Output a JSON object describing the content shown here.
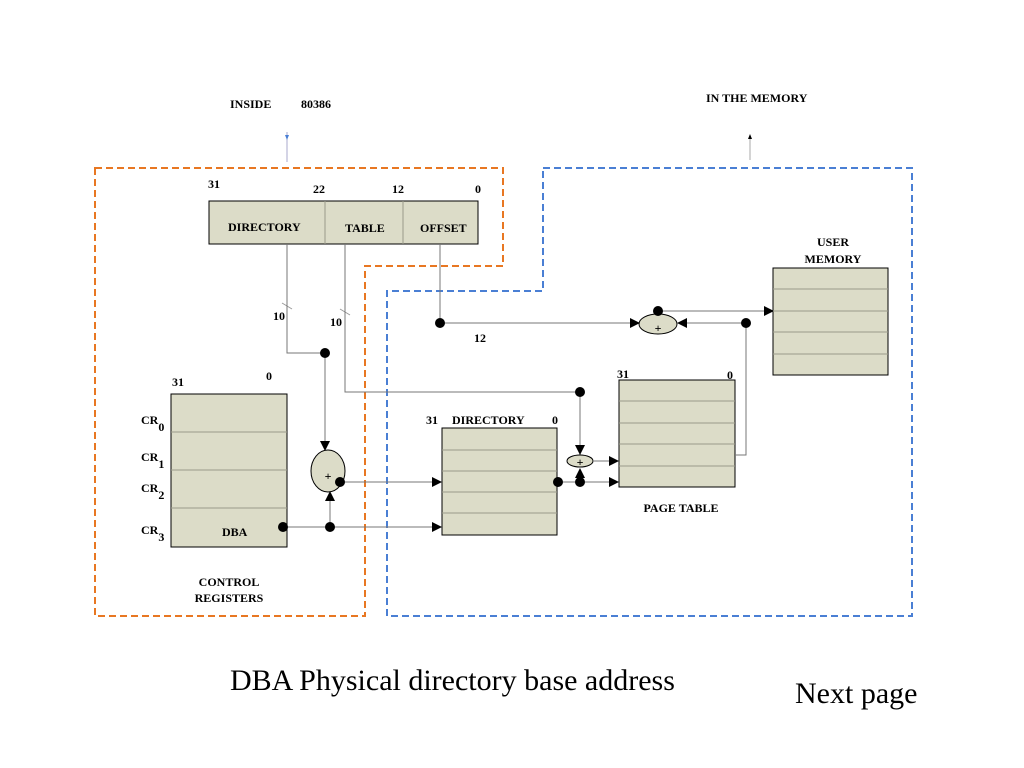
{
  "labels": {
    "inside": "INSIDE",
    "cpu": "80386",
    "in_memory": "IN THE MEMORY",
    "bit31_linear": "31",
    "bit22": "22",
    "bit12": "12",
    "bit0_linear": "0",
    "linear_fields": [
      "DIRECTORY",
      "TABLE",
      "OFFSET"
    ],
    "width_dir": "10",
    "width_table": "10",
    "width_offset": "12",
    "cr_bit31": "31",
    "cr_bit0": "0",
    "cr_names": [
      "CR",
      "CR",
      "CR",
      "CR"
    ],
    "cr_subs": [
      "0",
      "1",
      "2",
      "3"
    ],
    "dba": "DBA",
    "control_registers_line1": "CONTROL",
    "control_registers_line2": "REGISTERS",
    "dir_bit31": "31",
    "directory_title": "DIRECTORY",
    "dir_bit0": "0",
    "pt_bit31": "31",
    "pt_bit0": "0",
    "page_table": "PAGE TABLE",
    "user_memory_line1": "USER",
    "user_memory_line2": "MEMORY",
    "plus": "+"
  },
  "caption": "DBA Physical directory base address",
  "next_link": "Next page",
  "colors": {
    "cpu_border": "#e87722",
    "memory_border": "#4a7fd4",
    "box_fill": "#dcdcc8"
  }
}
